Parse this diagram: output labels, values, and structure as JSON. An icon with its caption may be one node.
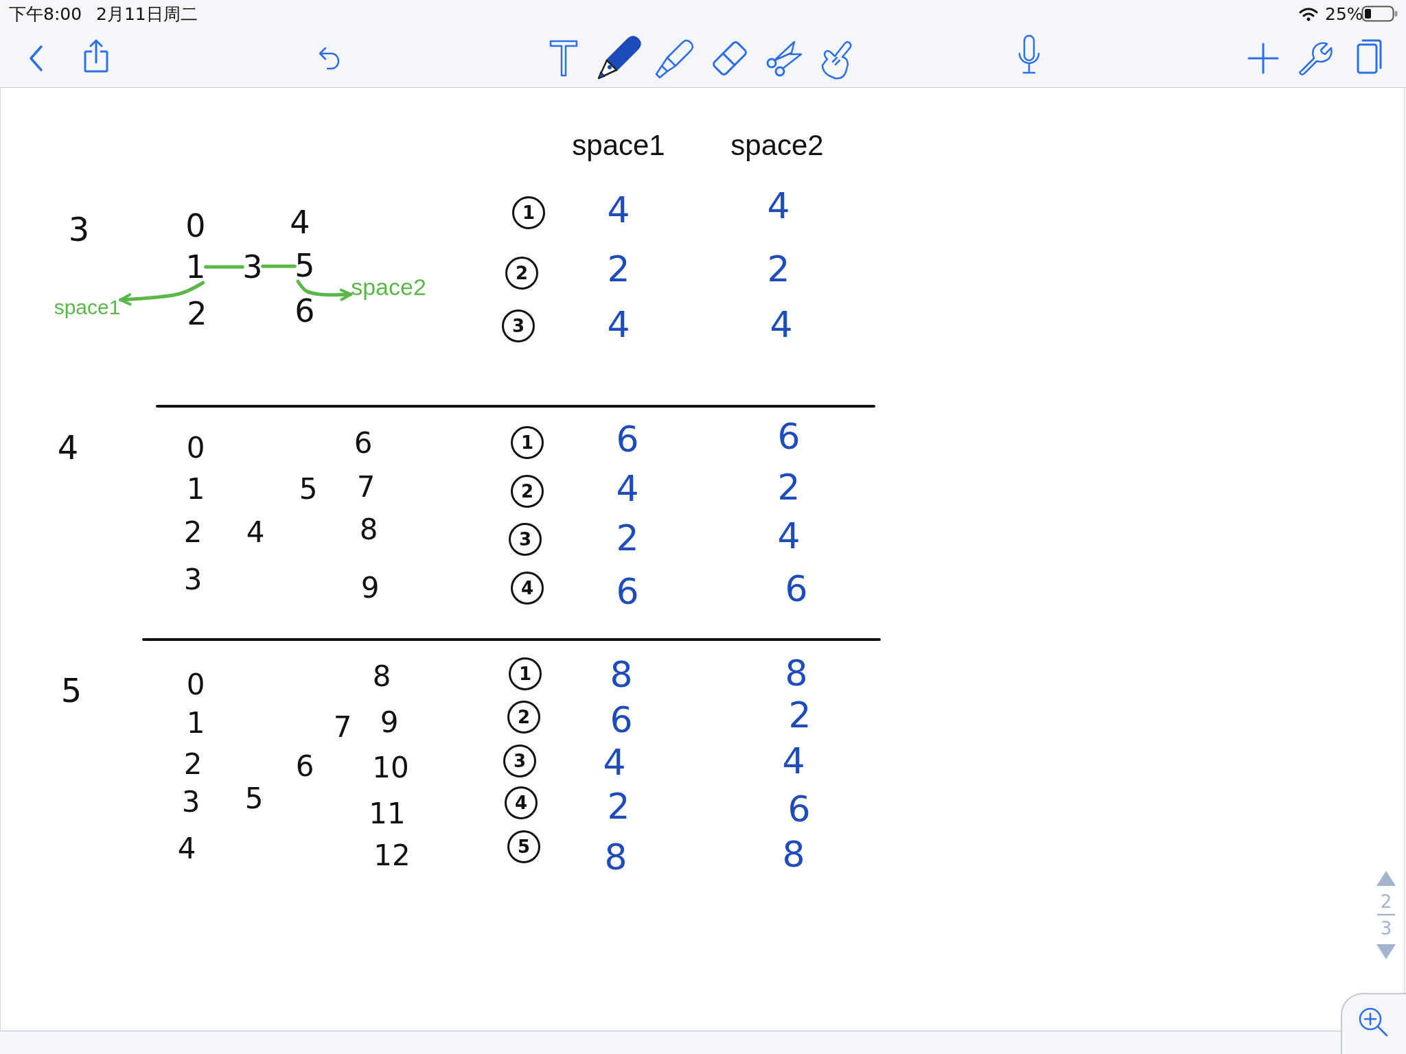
{
  "diagram": {
    "nodes": [
      {
        "text": [
          "1"
        ]
      },
      {
        "text": [
          "3"
        ]
      },
      {
        "text": [
          "5"
        ]
      },
      {
        "text": [
          "space1"
        ]
      },
      {
        "text": [
          "space2"
        ]
      },
      {
        "text": [
          "1"
        ]
      },
      {
        "text": [
          "2"
        ]
      },
      {
        "text": [
          "3"
        ]
      },
      {
        "text": [
          "1"
        ]
      },
      {
        "text": [
          "2"
        ]
      },
      {
        "text": [
          "3"
        ]
      },
      {
        "text": [
          "4"
        ]
      },
      {
        "text": [
          "1"
        ]
      },
      {
        "text": [
          "2"
        ]
      },
      {
        "text": [
          "3"
        ]
      },
      {
        "text": [
          "4"
        ]
      },
      {
        "text": [
          "5"
        ]
      }
    ],
    "edges": [
      {
        "from": 0,
        "to": 1,
        "arrow": "none"
      },
      {
        "from": 1,
        "to": 2,
        "arrow": "none"
      },
      {
        "from": 0,
        "to": 3,
        "arrow": "to"
      },
      {
        "from": 2,
        "to": 4,
        "arrow": "to"
      }
    ],
    "labels": [
      "下午8:00",
      "2月11日周二",
      "25%",
      "space1",
      "space2",
      "3",
      "0",
      "4",
      "2",
      "6",
      "4",
      "4",
      "2",
      "2",
      "4",
      "4",
      "4",
      "0",
      "6",
      "1",
      "5",
      "7",
      "2",
      "4",
      "8",
      "3",
      "9",
      "6",
      "6",
      "4",
      "2",
      "2",
      "4",
      "6",
      "6",
      "5",
      "0",
      "8",
      "1",
      "7",
      "9",
      "2",
      "6",
      "10",
      "3",
      "5",
      "11",
      "4",
      "12",
      "8",
      "8",
      "6",
      "2",
      "4",
      "4",
      "2",
      "6",
      "8",
      "8",
      "2",
      "3"
    ]
  }
}
